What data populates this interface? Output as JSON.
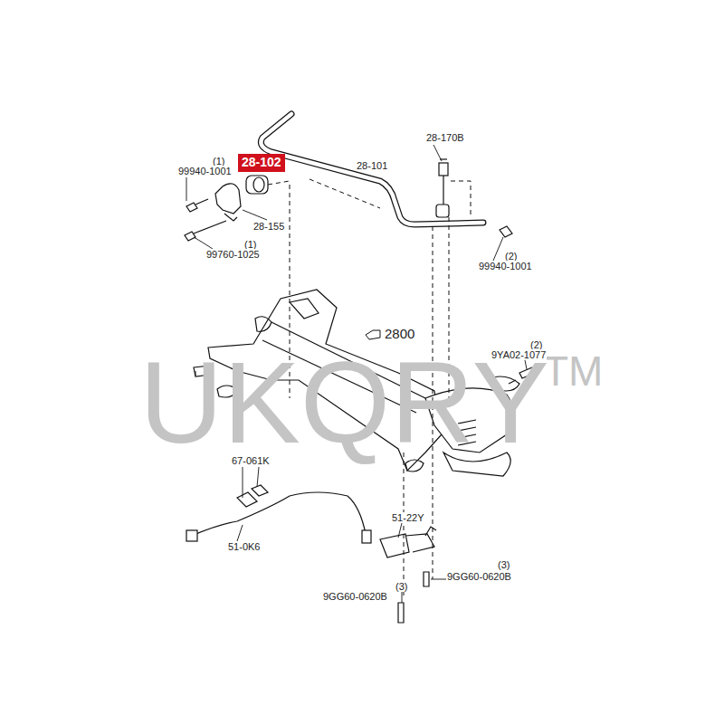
{
  "diagram": {
    "nodes": [
      {
        "text": [
          "28-102"
        ]
      }
    ],
    "labels": [
      "(1)",
      "99940-1001",
      "28-101",
      "28-170B",
      "28-155",
      "(1)",
      "99760-1025",
      "(2)",
      "99940-1001",
      "2800",
      "UKQRY",
      "TM",
      "(2)",
      "9YA02-1077",
      "67-061K",
      "51-22Y",
      "51-0K6",
      "(3)",
      "9GG60-0620B",
      "(3)",
      "9GG60-0620B"
    ]
  }
}
